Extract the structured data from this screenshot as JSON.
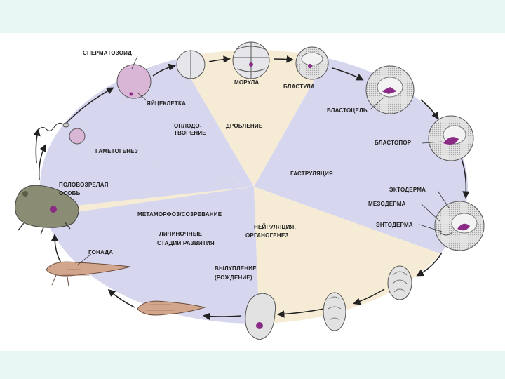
{
  "diagram": {
    "sectors": [
      {
        "id": "fertilization",
        "lines": [
          "ОПЛОДО-",
          "ТВОРЕНИЕ"
        ],
        "color": "#d6d7ee"
      },
      {
        "id": "cleavage",
        "lines": [
          "ДРОБЛЕНИЕ"
        ],
        "color": "#f6ecd6"
      },
      {
        "id": "gastrulation",
        "lines": [
          "ГАСТРУЛЯЦИЯ"
        ],
        "color": "#d6d7ee"
      },
      {
        "id": "neurulation",
        "lines": [
          "НЕЙРУЛЯЦИЯ,",
          "ОРГАНОГЕНЕЗ"
        ],
        "color": "#f6ecd6"
      },
      {
        "id": "hatching",
        "lines": [
          "ВЫЛУПЛЕНИЕ",
          "(РОЖДЕНИЕ)"
        ],
        "color": "#f6ecd6"
      },
      {
        "id": "larval",
        "lines": [
          "ЛИЧИНОЧНЫЕ",
          "СТАДИИ РАЗВИТИЯ"
        ],
        "color": "#d6d7ee"
      },
      {
        "id": "metamorphosis",
        "lines": [
          "МЕТАМОРФОЗ/СОЗРЕВАНИЕ"
        ],
        "color": "#f6ecd6"
      },
      {
        "id": "adult",
        "lines": [
          "ПОЛОВОЗРЕЛАЯ",
          "ОСОБЬ"
        ],
        "color": "#d6d7ee"
      },
      {
        "id": "gametogenesis",
        "lines": [
          "ГАМЕТОГЕНЕЗ"
        ],
        "color": "#d6d7ee"
      }
    ],
    "stage_labels": {
      "sperm": "СПЕРМАТОЗОИД",
      "egg": "ЯЙЦЕКЛЕТКА",
      "morula": "МОРУЛА",
      "blastula": "БЛАСТУЛА",
      "blastocoel": "БЛАСТОЦЕЛЬ",
      "blastopore": "БЛАСТОПОР",
      "ectoderm": "ЭКТОДЕРМА",
      "mesoderm": "МЕЗОДЕРМА",
      "endoderm": "ЭНТОДЕРМА",
      "gonad": "ГОНАДА"
    },
    "colors": {
      "lilac": "#d6d7ee",
      "cream": "#f6ecd6",
      "cell_pink": "#d9b6d6",
      "embryo_gray": "#dcdcdc",
      "purple_mark": "#8a2c86",
      "frog": "#8a8d73",
      "tadpole": "#d2a68c",
      "arrow": "#222222"
    }
  }
}
